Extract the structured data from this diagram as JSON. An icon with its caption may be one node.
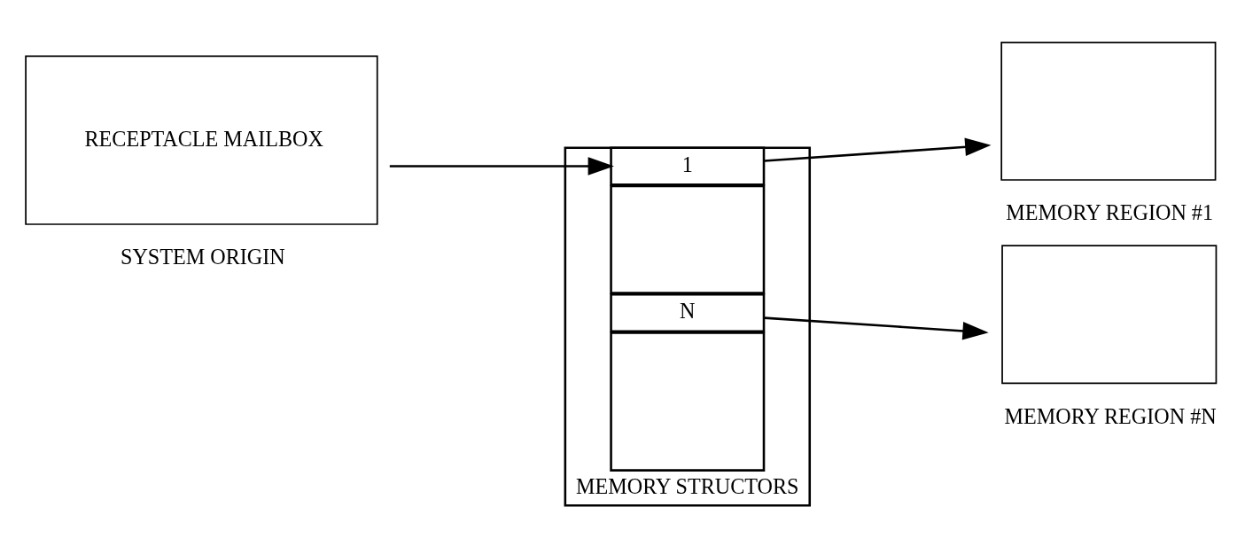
{
  "diagram": {
    "nodes": [
      {
        "text": [
          "RECEPTACLE MAILBOX"
        ],
        "beside": [
          "SYSTEM ORIGIN"
        ]
      },
      {
        "text": [],
        "shape": "box",
        "beside": [
          "MEMORY STRUCTORS"
        ]
      },
      {
        "text": [
          "1"
        ],
        "in": 1
      },
      {
        "text": [],
        "shape": "box",
        "in": 1
      },
      {
        "text": [
          "N"
        ],
        "in": 1
      },
      {
        "text": [],
        "shape": "box",
        "in": 1
      },
      {
        "text": [],
        "shape": "box",
        "beside": [
          "MEMORY REGION #1"
        ]
      },
      {
        "text": [],
        "shape": "box",
        "beside": [
          "MEMORY REGION #N"
        ]
      }
    ],
    "edges": [
      {
        "from": 0,
        "to": 2,
        "arrow": "to"
      },
      {
        "from": 2,
        "to": 6,
        "arrow": "to"
      },
      {
        "from": 4,
        "to": 7,
        "arrow": "to"
      }
    ]
  }
}
